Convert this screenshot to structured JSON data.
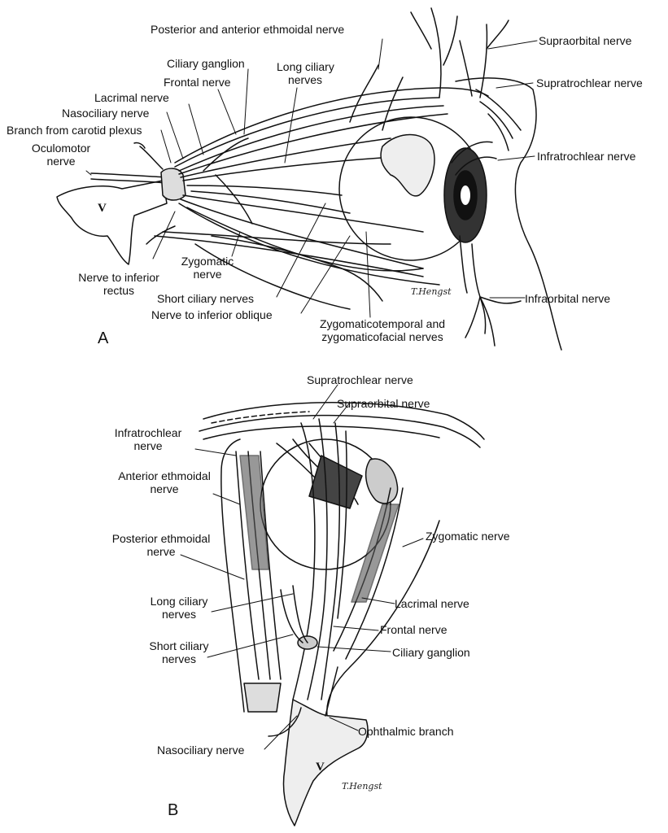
{
  "figure": {
    "panel_a": {
      "letter": "A",
      "trigeminal_mark": "V",
      "labels": {
        "posterior_anterior_ethmoidal": "Posterior and anterior ethmoidal nerve",
        "supraorbital": "Supraorbital nerve",
        "ciliary_ganglion": "Ciliary ganglion",
        "long_ciliary_1": "Long ciliary",
        "long_ciliary_2": "nerves",
        "supratrochlear": "Supratrochlear nerve",
        "frontal": "Frontal nerve",
        "lacrimal": "Lacrimal nerve",
        "nasociliary": "Nasociliary nerve",
        "carotid_branch": "Branch from carotid plexus",
        "oculomotor_1": "Oculomotor",
        "oculomotor_2": "nerve",
        "infratrochlear": "Infratrochlear nerve",
        "nerve_inferior_rectus_1": "Nerve to inferior",
        "nerve_inferior_rectus_2": "rectus",
        "zygomatic_1": "Zygomatic",
        "zygomatic_2": "nerve",
        "short_ciliary": "Short ciliary nerves",
        "nerve_inferior_oblique": "Nerve to inferior oblique",
        "infraorbital": "Infraorbital nerve",
        "zygomaticotemporal_1": "Zygomaticotemporal and",
        "zygomaticotemporal_2": "zygomaticofacial nerves"
      }
    },
    "panel_b": {
      "letter": "B",
      "trigeminal_mark": "V",
      "labels": {
        "supratrochlear": "Supratrochlear nerve",
        "supraorbital": "Supraorbital nerve",
        "infratrochlear_1": "Infratrochlear",
        "infratrochlear_2": "nerve",
        "anterior_ethmoidal_1": "Anterior ethmoidal",
        "anterior_ethmoidal_2": "nerve",
        "posterior_ethmoidal_1": "Posterior ethmoidal",
        "posterior_ethmoidal_2": "nerve",
        "zygomatic": "Zygomatic nerve",
        "long_ciliary_1": "Long ciliary",
        "long_ciliary_2": "nerves",
        "lacrimal": "Lacrimal nerve",
        "frontal": "Frontal nerve",
        "short_ciliary_1": "Short ciliary",
        "short_ciliary_2": "nerves",
        "ciliary_ganglion": "Ciliary ganglion",
        "ophthalmic_branch": "Ophthalmic branch",
        "nasociliary": "Nasociliary nerve"
      }
    }
  }
}
